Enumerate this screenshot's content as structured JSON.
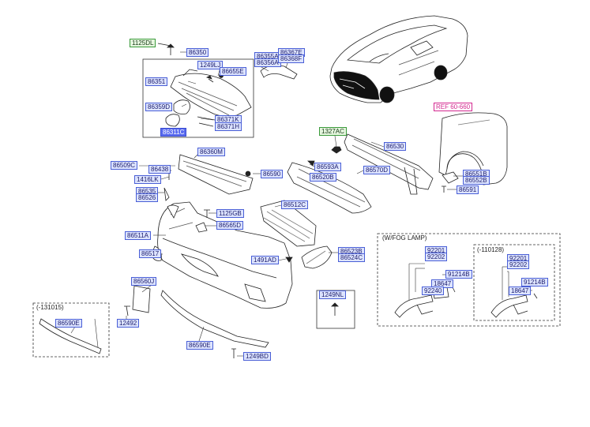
{
  "labels": {
    "p1125DL": "1125DL",
    "p86350": "86350",
    "p1249LJ": "1249LJ",
    "p86655E": "86655E",
    "p86351": "86351",
    "p86359D": "86359D",
    "p86371K": "86371K",
    "p86371H": "86371H",
    "p86311C": "86311C",
    "p86355A": "86355A",
    "p86356A": "86356A",
    "p86367E": "86367E",
    "p86368F": "86368F",
    "ref": "REF 60-660",
    "p1327AC": "1327AC",
    "p86530": "86530",
    "p86360M": "86360M",
    "p86509C": "86509C",
    "p86438": "86438",
    "p86590": "86590",
    "p86593A": "86593A",
    "p86570D": "86570D",
    "p86520B": "86520B",
    "p86551B": "86551B",
    "p86552B": "86552B",
    "p86591": "86591",
    "p1416LK": "1416LK",
    "p86535": "86535",
    "p86526": "86526",
    "p86512C": "86512C",
    "p1125GB": "1125GB",
    "p86565D": "86565D",
    "p86511A": "86511A",
    "p86517": "86517",
    "p1491AD": "1491AD",
    "p86523B": "86523B",
    "p86524C": "86524C",
    "p86560J": "86560J",
    "p12492": "12492",
    "p86590Ea": "86590E",
    "p86590Eb": "86590E",
    "p1249NL": "1249NL",
    "p1249BD": "1249BD",
    "f92201a": "92201",
    "f92202a": "92202",
    "f91214Ba": "91214B",
    "f18647a": "18647",
    "f92240": "92240",
    "f92201b": "92201",
    "f92202b": "92202",
    "f91214Bb": "91214B",
    "f18647b": "18647"
  },
  "captions": {
    "wfog": "(W/FOG LAMP)",
    "range1": "(-110128)",
    "range2": "(-131015)"
  },
  "colors": {
    "label_border": "#4a5fd6",
    "label_fill": "#dde4ff",
    "green_border": "#3a9a3a",
    "reference": "#d3288f",
    "selected": "#5a6cf0"
  }
}
